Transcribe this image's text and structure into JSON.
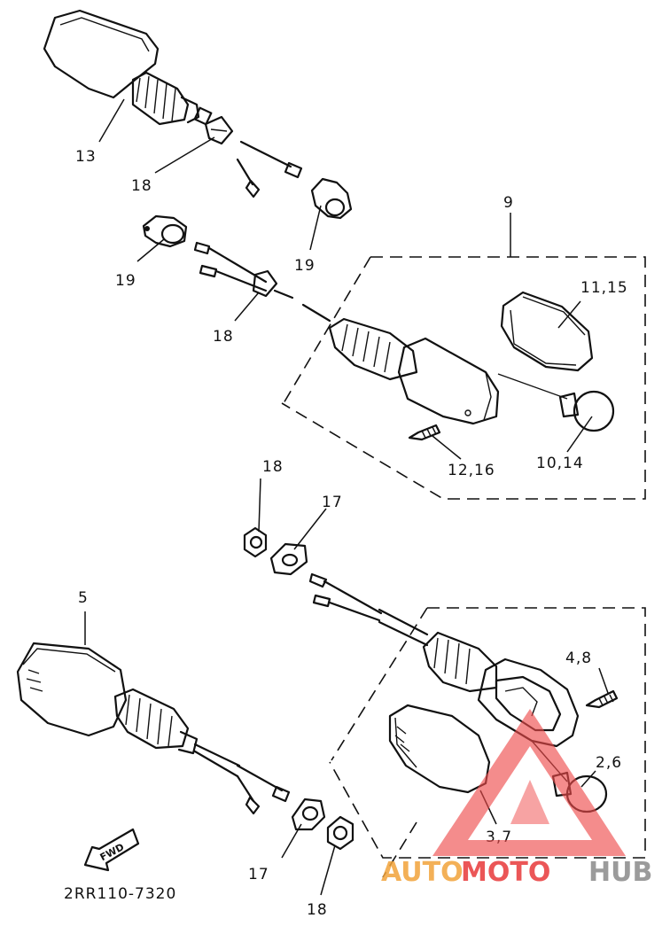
{
  "labels": {
    "p13": "13",
    "p18a": "18",
    "p19a": "19",
    "p19b": "19",
    "p18b": "18",
    "p9": "9",
    "p11_15": "11,15",
    "p10_14": "10,14",
    "p12_16": "12,16",
    "p18c": "18",
    "p17a": "17",
    "p5": "5",
    "p4_8": "4,8",
    "p2_6": "2,6",
    "p3_7": "3,7",
    "p17b": "17",
    "p18d": "18"
  },
  "fwd_arrow": "FWD",
  "drawing_code": "2RR110-7320",
  "watermark": {
    "auto": "AUTO",
    "moto": "MOTO",
    "hub": "HUB",
    "colors": {
      "auto": "#f2a33a",
      "moto": "#e8393a",
      "hub": "#8a8a8a",
      "triangle": "#ee4b4b"
    }
  }
}
